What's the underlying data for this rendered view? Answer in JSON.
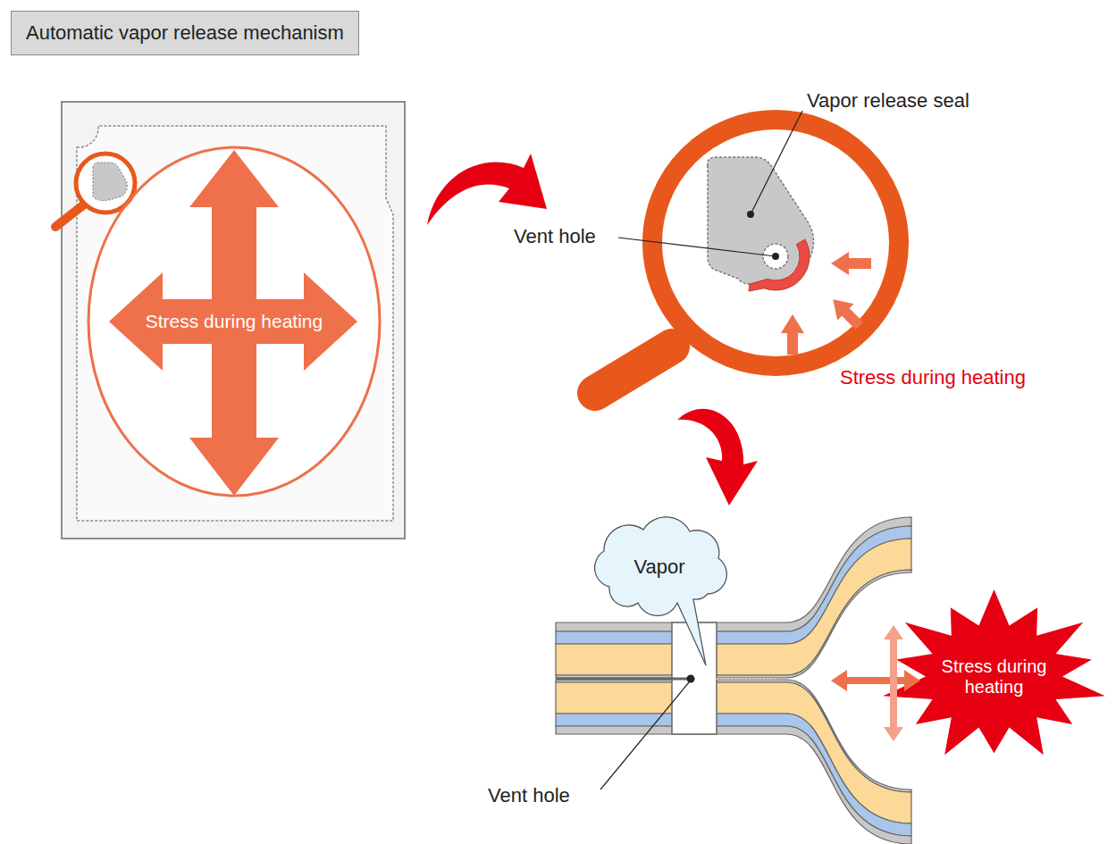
{
  "diagram": {
    "title": "Automatic vapor release mechanism",
    "nodes": [
      {
        "text": [
          "Stress during heating"
        ]
      },
      {
        "text": [
          "Vapor"
        ]
      },
      {
        "text": [
          "Stress during heating"
        ]
      }
    ],
    "labels": [
      "Vapor release seal",
      "Vent hole",
      "Stress during heating",
      "Vent hole"
    ]
  }
}
